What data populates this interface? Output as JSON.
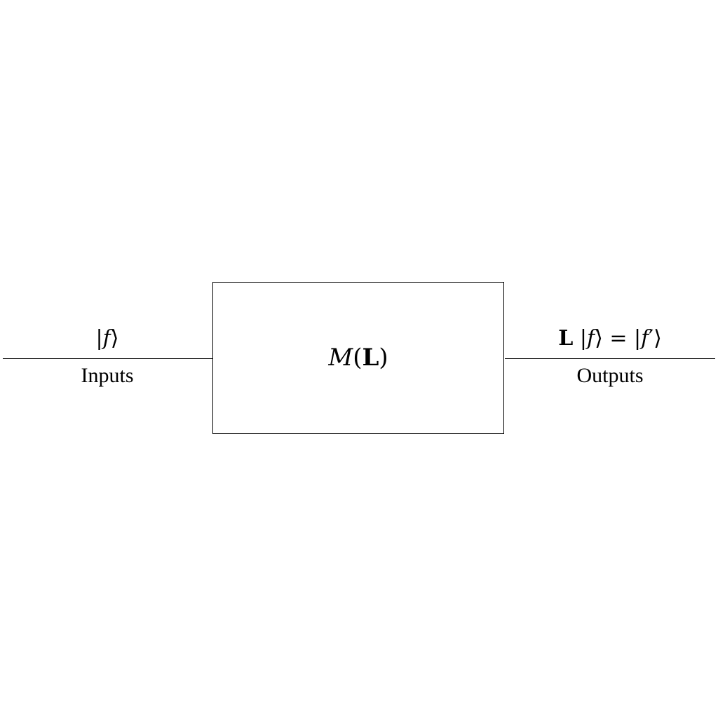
{
  "diagram": {
    "input": {
      "state": "|f⟩",
      "label": "Inputs"
    },
    "box": {
      "label": "M(L)"
    },
    "output": {
      "state": "L |f⟩ = |f′⟩",
      "label": "Outputs"
    }
  }
}
